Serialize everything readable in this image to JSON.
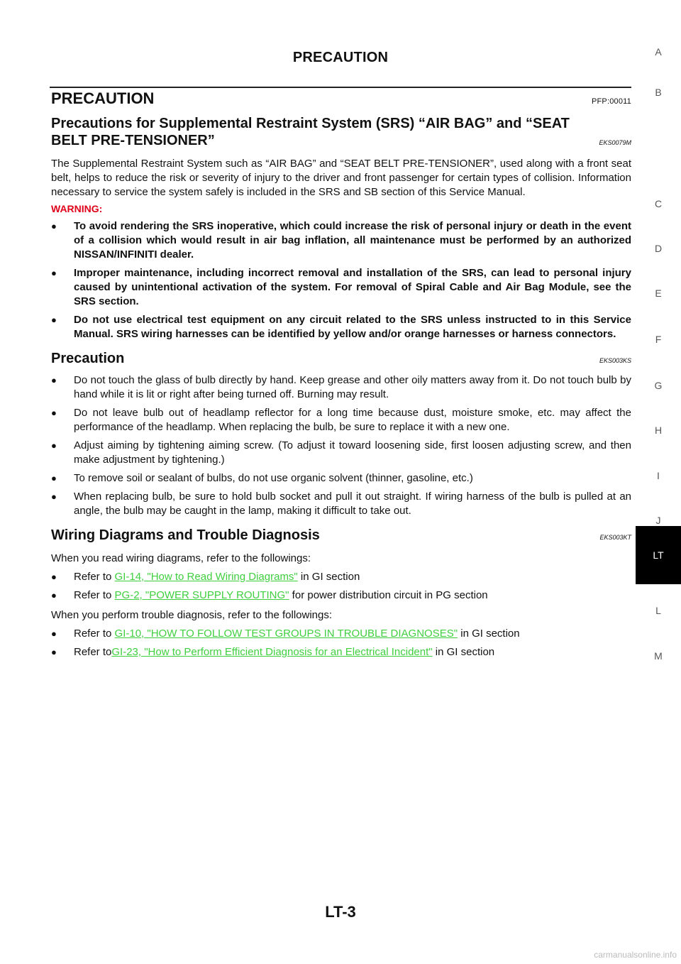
{
  "header": {
    "title": "PRECAUTION"
  },
  "section1": {
    "title": "PRECAUTION",
    "code": "PFP:00011"
  },
  "srs": {
    "title_line1": "Precautions for Supplemental Restraint System (SRS) “AIR BAG” and “SEAT",
    "title_line2": "BELT PRE-TENSIONER”",
    "code": "EKS0079M",
    "body": "The Supplemental Restraint System such as “AIR BAG” and “SEAT BELT PRE-TENSIONER”, used along with a front seat belt, helps to reduce the risk or severity of injury to the driver and front passenger for certain types of collision. Information necessary to service the system safely is included in the SRS and SB section of this Service Manual.",
    "warning_label": "WARNING:",
    "warnings": [
      "To avoid rendering the SRS inoperative, which could increase the risk of personal injury or death in the event of a collision which would result in air bag inflation, all maintenance must be performed by an authorized NISSAN/INFINITI dealer.",
      "Improper maintenance, including incorrect removal and installation of the SRS, can lead to personal injury caused by unintentional activation of the system. For removal of Spiral Cable and Air Bag Module, see the SRS section.",
      "Do not use electrical test equipment on any circuit related to the SRS unless instructed to in this Service Manual. SRS wiring harnesses can be identified by yellow and/or orange harnesses or harness connectors."
    ]
  },
  "precaution": {
    "title": "Precaution",
    "code": "EKS003KS",
    "items": [
      "Do not touch the glass of bulb directly by hand. Keep grease and other oily matters away from it. Do not touch bulb by hand while it is lit or right after being turned off. Burning may result.",
      "Do not leave bulb out of headlamp reflector for a long time because dust, moisture smoke, etc. may affect the performance of the headlamp. When replacing the bulb, be sure to replace it with a new one.",
      "Adjust aiming by tightening aiming screw. (To adjust it toward loosening side, first loosen adjusting screw, and then make adjustment by tightening.)",
      "To remove soil or sealant of bulbs, do not use organic solvent (thinner, gasoline, etc.)",
      "When replacing bulb, be sure to hold bulb socket and pull it out straight. If wiring harness of the bulb is pulled at an angle, the bulb may be caught in the lamp, making it difficult to take out."
    ]
  },
  "wiring": {
    "title": "Wiring Diagrams and Trouble Diagnosis",
    "code": "EKS003KT",
    "intro1": "When you read wiring diagrams, refer to the followings:",
    "refs1": [
      {
        "prefix": "Refer to ",
        "link": "GI-14, \"How to Read Wiring Diagrams\"",
        "suffix": " in GI section"
      },
      {
        "prefix": "Refer to ",
        "link": "PG-2, \"POWER SUPPLY ROUTING\"",
        "suffix": " for power distribution circuit in PG section"
      }
    ],
    "intro2": "When you perform trouble diagnosis, refer to the followings:",
    "refs2": [
      {
        "prefix": "Refer to ",
        "link": "GI-10, \"HOW TO FOLLOW TEST GROUPS IN TROUBLE DIAGNOSES\"",
        "suffix": " in GI section"
      },
      {
        "prefix": "Refer to",
        "link": "GI-23, \"How to Perform Efficient Diagnosis for an Electrical Incident\"",
        "suffix": " in GI section"
      }
    ]
  },
  "side_tabs": [
    "A",
    "B",
    "C",
    "D",
    "E",
    "F",
    "G",
    "H",
    "I",
    "J",
    "LT",
    "L",
    "M"
  ],
  "active_tab": "LT",
  "page_number": "LT-3",
  "watermark": "carmanualsonline.info",
  "colors": {
    "warning": "#e0001a",
    "link": "#3fcf3f",
    "active_tab_bg": "#000000"
  }
}
